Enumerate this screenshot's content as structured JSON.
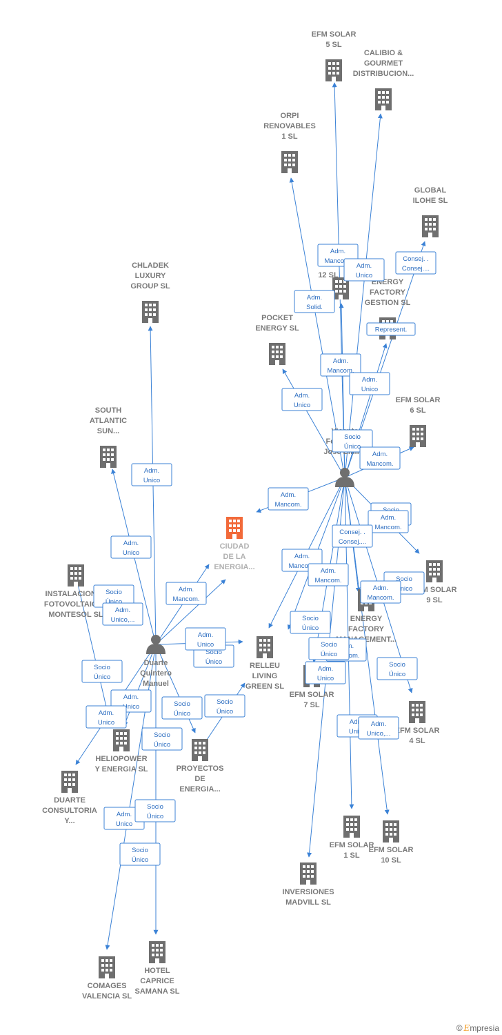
{
  "diagram": {
    "nodes": [
      {
        "id": "efm5",
        "type": "company",
        "lines": [
          "EFM SOLAR",
          "5  SL"
        ]
      },
      {
        "id": "calibio",
        "type": "company",
        "lines": [
          "CALIBIO &",
          "GOURMET",
          "DISTRIBUCION..."
        ]
      },
      {
        "id": "orpi",
        "type": "company",
        "lines": [
          "ORPI",
          "RENOVABLES",
          "1  SL"
        ]
      },
      {
        "id": "global",
        "type": "company",
        "lines": [
          "GLOBAL",
          "ILOHE  SL"
        ]
      },
      {
        "id": "chladek",
        "type": "company",
        "lines": [
          "CHLADEK",
          "LUXURY",
          "GROUP  SL"
        ]
      },
      {
        "id": "pocket",
        "type": "company",
        "lines": [
          "POCKET",
          "ENERGY  SL"
        ]
      },
      {
        "id": "x12",
        "type": "company",
        "lines": [
          "12  SL"
        ]
      },
      {
        "id": "efgestion",
        "type": "company",
        "lines": [
          "ENERGY",
          "FACTORY",
          "GESTION  SL"
        ]
      },
      {
        "id": "efm6",
        "type": "company",
        "lines": [
          "EFM SOLAR",
          "6  SL"
        ]
      },
      {
        "id": "south",
        "type": "company",
        "lines": [
          "SOUTH",
          "ATLANTIC",
          "SUN..."
        ]
      },
      {
        "id": "ciudad",
        "type": "focus",
        "lines": [
          "CIUDAD",
          "DE LA",
          "ENERGIA..."
        ]
      },
      {
        "id": "instal",
        "type": "company",
        "lines": [
          "INSTALACIONES",
          "FOTOVOLTAICAS",
          "MONTESOL  SL"
        ]
      },
      {
        "id": "efm9",
        "type": "company",
        "lines": [
          "EFM SOLAR",
          "9  SL"
        ]
      },
      {
        "id": "efman",
        "type": "company",
        "lines": [
          "ENERGY",
          "FACTORY",
          "MANAGEMENT..."
        ]
      },
      {
        "id": "relleu",
        "type": "company",
        "lines": [
          "RELLEU",
          "LIVING",
          "GREEN  SL"
        ]
      },
      {
        "id": "efm7",
        "type": "company",
        "lines": [
          "EFM SOLAR",
          "7  SL"
        ]
      },
      {
        "id": "efm4",
        "type": "company",
        "lines": [
          "EFM SOLAR",
          "4  SL"
        ]
      },
      {
        "id": "helio",
        "type": "company",
        "lines": [
          "HELIOPOWER",
          "Y ENERGIA  SL"
        ]
      },
      {
        "id": "proyectos",
        "type": "company",
        "lines": [
          "PROYECTOS",
          "DE",
          "ENERGIA..."
        ]
      },
      {
        "id": "duartec",
        "type": "company",
        "lines": [
          "DUARTE",
          "CONSULTORIA",
          "Y..."
        ]
      },
      {
        "id": "efm1",
        "type": "company",
        "lines": [
          "EFM SOLAR",
          "1  SL"
        ]
      },
      {
        "id": "efm10",
        "type": "company",
        "lines": [
          "EFM SOLAR",
          "10  SL"
        ]
      },
      {
        "id": "inver",
        "type": "company",
        "lines": [
          "INVERSIONES",
          "MADVILL  SL"
        ]
      },
      {
        "id": "comages",
        "type": "company",
        "lines": [
          "COMAGES",
          "VALENCIA SL"
        ]
      },
      {
        "id": "hotel",
        "type": "company",
        "lines": [
          "HOTEL",
          "CAPRICE",
          "SAMANA  SL"
        ]
      },
      {
        "id": "vicente",
        "type": "person",
        "lines": [
          "Vicente",
          "Fernandez",
          "Jose Emilio"
        ]
      },
      {
        "id": "duarte",
        "type": "person",
        "lines": [
          "Duarte",
          "Quintero",
          "Manuel"
        ]
      }
    ],
    "edge_labels": [
      [
        "Adm.",
        "Mancom."
      ],
      [
        "Adm.",
        "Unico"
      ],
      [
        "Consej. .",
        "Consej...."
      ],
      [
        "Adm.",
        "Solid."
      ],
      [
        "Represent."
      ],
      [
        "Adm.",
        "Mancom."
      ],
      [
        "Adm.",
        "Unico"
      ],
      [
        "Adm.",
        "Unico"
      ],
      [
        "Socio",
        "Único"
      ],
      [
        "Adm.",
        "Mancom."
      ],
      [
        "Adm.",
        "Unico"
      ],
      [
        "Adm.",
        "Mancom."
      ],
      [
        "Adm.",
        "Unico"
      ],
      [
        "Socio",
        "Único"
      ],
      [
        "Adm.",
        "Mancom."
      ],
      [
        "Consej. .",
        "Consej...."
      ],
      [
        "Adm.",
        "Mancom."
      ],
      [
        "Socio",
        "Único"
      ],
      [
        "Adm.",
        "Mancom."
      ],
      [
        "Adm.",
        "Mancom."
      ],
      [
        "Socio",
        "Único"
      ],
      [
        "Adm.",
        "Unico,..."
      ],
      [
        "Adm.",
        "Mancom."
      ],
      [
        "Socio",
        "Único"
      ],
      [
        "Socio",
        "Único"
      ],
      [
        "Adm.",
        "Mancom."
      ],
      [
        "Socio",
        "Único"
      ],
      [
        "Socio",
        "Único"
      ],
      [
        "Adm.",
        "Unico"
      ],
      [
        "Adm.",
        "Unico"
      ],
      [
        "Adm.",
        "Unico"
      ],
      [
        "Adm.",
        "Unico"
      ],
      [
        "Socio",
        "Único"
      ],
      [
        "Socio",
        "Único"
      ],
      [
        "Adm.",
        "Unico"
      ],
      [
        "Socio",
        "Único"
      ],
      [
        "Adm.",
        "Unico,..."
      ],
      [
        "Adm.",
        "Unico"
      ],
      [
        "Socio",
        "Único"
      ],
      [
        "Socio",
        "Único"
      ],
      [
        "Socio",
        "Único"
      ]
    ]
  },
  "brand": {
    "copyright": "©",
    "name_initial": "E",
    "name_rest": "mpresia"
  },
  "colors": {
    "edge": "#3b82d6",
    "node": "#6f6f6f",
    "focus": "#f26a3a"
  }
}
